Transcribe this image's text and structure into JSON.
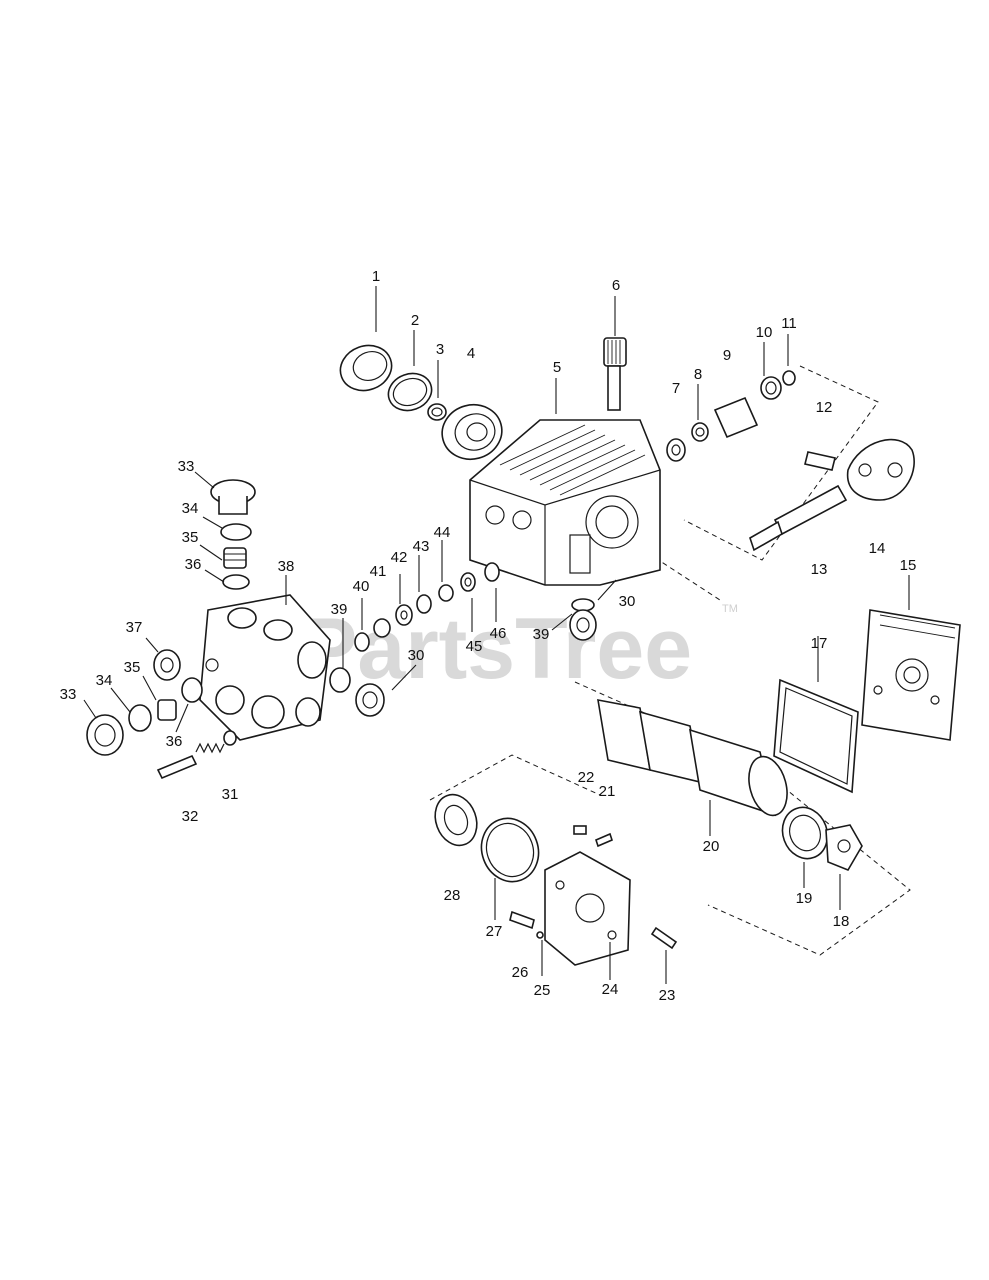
{
  "watermark": {
    "text": "PartsTree",
    "trademark": "TM"
  },
  "callouts": [
    {
      "id": "c1",
      "text": "1"
    },
    {
      "id": "c2",
      "text": "2"
    },
    {
      "id": "c3",
      "text": "3"
    },
    {
      "id": "c4",
      "text": "4"
    },
    {
      "id": "c5",
      "text": "5"
    },
    {
      "id": "c6",
      "text": "6"
    },
    {
      "id": "c7",
      "text": "7"
    },
    {
      "id": "c8",
      "text": "8"
    },
    {
      "id": "c9",
      "text": "9"
    },
    {
      "id": "c10",
      "text": "10"
    },
    {
      "id": "c11",
      "text": "11"
    },
    {
      "id": "c12",
      "text": "12"
    },
    {
      "id": "c13",
      "text": "13"
    },
    {
      "id": "c14",
      "text": "14"
    },
    {
      "id": "c15",
      "text": "15"
    },
    {
      "id": "c17",
      "text": "17"
    },
    {
      "id": "c18",
      "text": "18"
    },
    {
      "id": "c19",
      "text": "19"
    },
    {
      "id": "c20",
      "text": "20"
    },
    {
      "id": "c21",
      "text": "21"
    },
    {
      "id": "c22",
      "text": "22"
    },
    {
      "id": "c23",
      "text": "23"
    },
    {
      "id": "c24",
      "text": "24"
    },
    {
      "id": "c25",
      "text": "25"
    },
    {
      "id": "c26",
      "text": "26"
    },
    {
      "id": "c27",
      "text": "27"
    },
    {
      "id": "c28",
      "text": "28"
    },
    {
      "id": "c30a",
      "text": "30"
    },
    {
      "id": "c30b",
      "text": "30"
    },
    {
      "id": "c31",
      "text": "31"
    },
    {
      "id": "c32",
      "text": "32"
    },
    {
      "id": "c33a",
      "text": "33"
    },
    {
      "id": "c33b",
      "text": "33"
    },
    {
      "id": "c34a",
      "text": "34"
    },
    {
      "id": "c34b",
      "text": "34"
    },
    {
      "id": "c35a",
      "text": "35"
    },
    {
      "id": "c35b",
      "text": "35"
    },
    {
      "id": "c36a",
      "text": "36"
    },
    {
      "id": "c36b",
      "text": "36"
    },
    {
      "id": "c37",
      "text": "37"
    },
    {
      "id": "c38",
      "text": "38"
    },
    {
      "id": "c39a",
      "text": "39"
    },
    {
      "id": "c39b",
      "text": "39"
    },
    {
      "id": "c40",
      "text": "40"
    },
    {
      "id": "c41",
      "text": "41"
    },
    {
      "id": "c42",
      "text": "42"
    },
    {
      "id": "c43",
      "text": "43"
    },
    {
      "id": "c44",
      "text": "44"
    },
    {
      "id": "c45",
      "text": "45"
    },
    {
      "id": "c46",
      "text": "46"
    }
  ]
}
